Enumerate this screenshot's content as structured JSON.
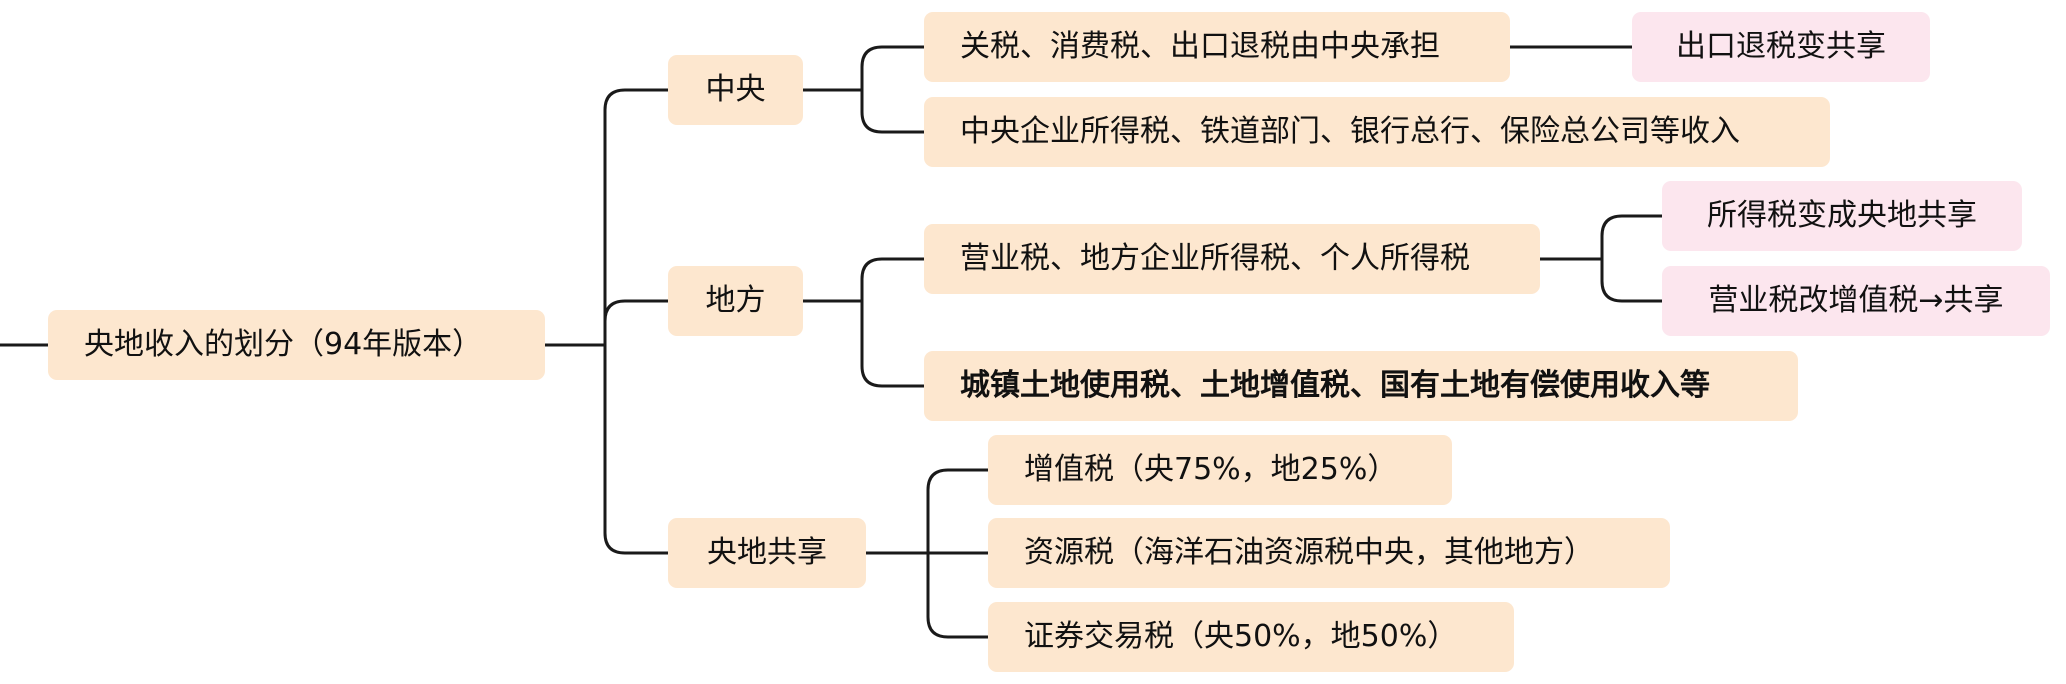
{
  "colors": {
    "node_fill": "#fde7cf",
    "note_fill": "#fce6ee",
    "line": "#1a1a1a",
    "text": "#111111"
  },
  "root": {
    "label": "央地收入的划分（94年版本）"
  },
  "branches": {
    "central": {
      "label": "中央",
      "items": [
        {
          "label": "关税、消费税、出口退税由中央承担",
          "note": "出口退税变共享"
        },
        {
          "label": "中央企业所得税、铁道部门、银行总行、保险总公司等收入"
        }
      ]
    },
    "local": {
      "label": "地方",
      "items": [
        {
          "label": "营业税、地方企业所得税、个人所得税",
          "notes": [
            "所得税变成央地共享",
            "营业税改增值税→共享"
          ]
        },
        {
          "label": "城镇土地使用税、土地增值税、国有土地有偿使用收入等",
          "emphasis": "bold"
        }
      ]
    },
    "shared": {
      "label": "央地共享",
      "items": [
        {
          "label": "增值税（央75%，地25%）"
        },
        {
          "label": "资源税（海洋石油资源税中央，其他地方）"
        },
        {
          "label": "证券交易税（央50%，地50%）"
        }
      ]
    }
  }
}
